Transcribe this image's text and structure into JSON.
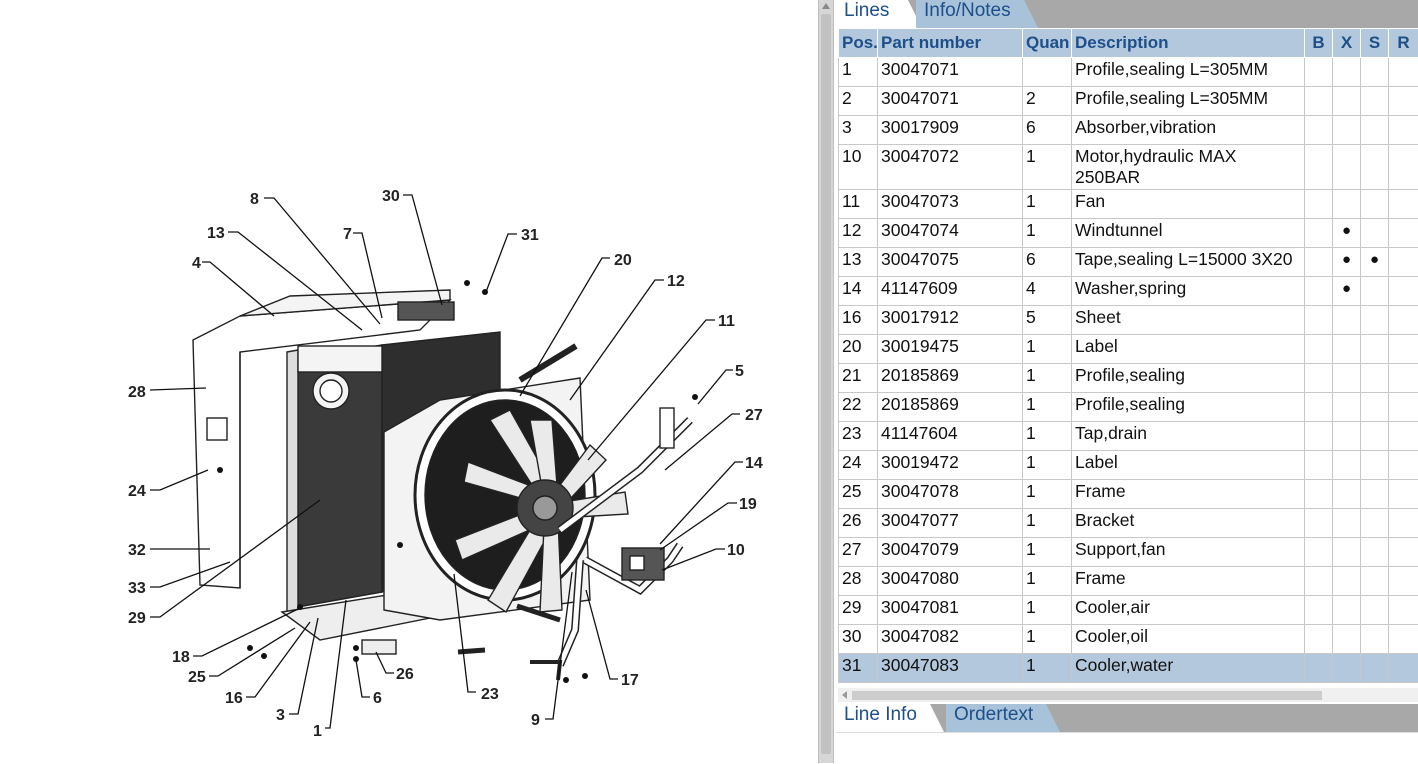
{
  "top_tabs": {
    "lines": "Lines",
    "info_notes": "Info/Notes"
  },
  "table": {
    "headers": {
      "pos": "Pos.",
      "part_number": "Part number",
      "quantity": "Quan",
      "description": "Description",
      "b": "B",
      "x": "X",
      "s": "S",
      "r": "R"
    },
    "rows": [
      {
        "pos": "1",
        "part": "30047071",
        "qty": "",
        "desc": "Profile,sealing L=305MM",
        "b": "",
        "x": "",
        "s": "",
        "r": ""
      },
      {
        "pos": "2",
        "part": "30047071",
        "qty": "2",
        "desc": "Profile,sealing L=305MM",
        "b": "",
        "x": "",
        "s": "",
        "r": ""
      },
      {
        "pos": "3",
        "part": "30017909",
        "qty": "6",
        "desc": "Absorber,vibration",
        "b": "",
        "x": "",
        "s": "",
        "r": ""
      },
      {
        "pos": "10",
        "part": "30047072",
        "qty": "1",
        "desc": "Motor,hydraulic MAX 250BAR",
        "b": "",
        "x": "",
        "s": "",
        "r": ""
      },
      {
        "pos": "11",
        "part": "30047073",
        "qty": "1",
        "desc": "Fan",
        "b": "",
        "x": "",
        "s": "",
        "r": ""
      },
      {
        "pos": "12",
        "part": "30047074",
        "qty": "1",
        "desc": "Windtunnel",
        "b": "",
        "x": "●",
        "s": "",
        "r": ""
      },
      {
        "pos": "13",
        "part": "30047075",
        "qty": "6",
        "desc": "Tape,sealing L=15000 3X20",
        "b": "",
        "x": "●",
        "s": "●",
        "r": ""
      },
      {
        "pos": "14",
        "part": "41147609",
        "qty": "4",
        "desc": "Washer,spring",
        "b": "",
        "x": "●",
        "s": "",
        "r": ""
      },
      {
        "pos": "16",
        "part": "30017912",
        "qty": "5",
        "desc": "Sheet",
        "b": "",
        "x": "",
        "s": "",
        "r": ""
      },
      {
        "pos": "20",
        "part": "30019475",
        "qty": "1",
        "desc": "Label",
        "b": "",
        "x": "",
        "s": "",
        "r": ""
      },
      {
        "pos": "21",
        "part": "20185869",
        "qty": "1",
        "desc": "Profile,sealing",
        "b": "",
        "x": "",
        "s": "",
        "r": ""
      },
      {
        "pos": "22",
        "part": "20185869",
        "qty": "1",
        "desc": "Profile,sealing",
        "b": "",
        "x": "",
        "s": "",
        "r": ""
      },
      {
        "pos": "23",
        "part": "41147604",
        "qty": "1",
        "desc": "Tap,drain",
        "b": "",
        "x": "",
        "s": "",
        "r": ""
      },
      {
        "pos": "24",
        "part": "30019472",
        "qty": "1",
        "desc": "Label",
        "b": "",
        "x": "",
        "s": "",
        "r": ""
      },
      {
        "pos": "25",
        "part": "30047078",
        "qty": "1",
        "desc": "Frame",
        "b": "",
        "x": "",
        "s": "",
        "r": ""
      },
      {
        "pos": "26",
        "part": "30047077",
        "qty": "1",
        "desc": "Bracket",
        "b": "",
        "x": "",
        "s": "",
        "r": ""
      },
      {
        "pos": "27",
        "part": "30047079",
        "qty": "1",
        "desc": "Support,fan",
        "b": "",
        "x": "",
        "s": "",
        "r": ""
      },
      {
        "pos": "28",
        "part": "30047080",
        "qty": "1",
        "desc": "Frame",
        "b": "",
        "x": "",
        "s": "",
        "r": ""
      },
      {
        "pos": "29",
        "part": "30047081",
        "qty": "1",
        "desc": "Cooler,air",
        "b": "",
        "x": "",
        "s": "",
        "r": ""
      },
      {
        "pos": "30",
        "part": "30047082",
        "qty": "1",
        "desc": "Cooler,oil",
        "b": "",
        "x": "",
        "s": "",
        "r": ""
      },
      {
        "pos": "31",
        "part": "30047083",
        "qty": "1",
        "desc": "Cooler,water",
        "b": "",
        "x": "",
        "s": "",
        "r": "",
        "selected": true
      }
    ]
  },
  "bottom_tabs": {
    "line_info": "Line Info",
    "ordertext": "Ordertext"
  },
  "diagram": {
    "callouts": [
      "8",
      "30",
      "13",
      "7",
      "31",
      "4",
      "20",
      "12",
      "11",
      "28",
      "5",
      "27",
      "24",
      "14",
      "19",
      "32",
      "10",
      "33",
      "29",
      "18",
      "25",
      "16",
      "3",
      "1",
      "6",
      "26",
      "23",
      "9",
      "17"
    ]
  },
  "colors": {
    "header_blue": "#b3c8dd",
    "tab_text": "#1d4f8a",
    "selected_row": "#b3c8dd",
    "tabbar_gray": "#a8a8a8"
  }
}
